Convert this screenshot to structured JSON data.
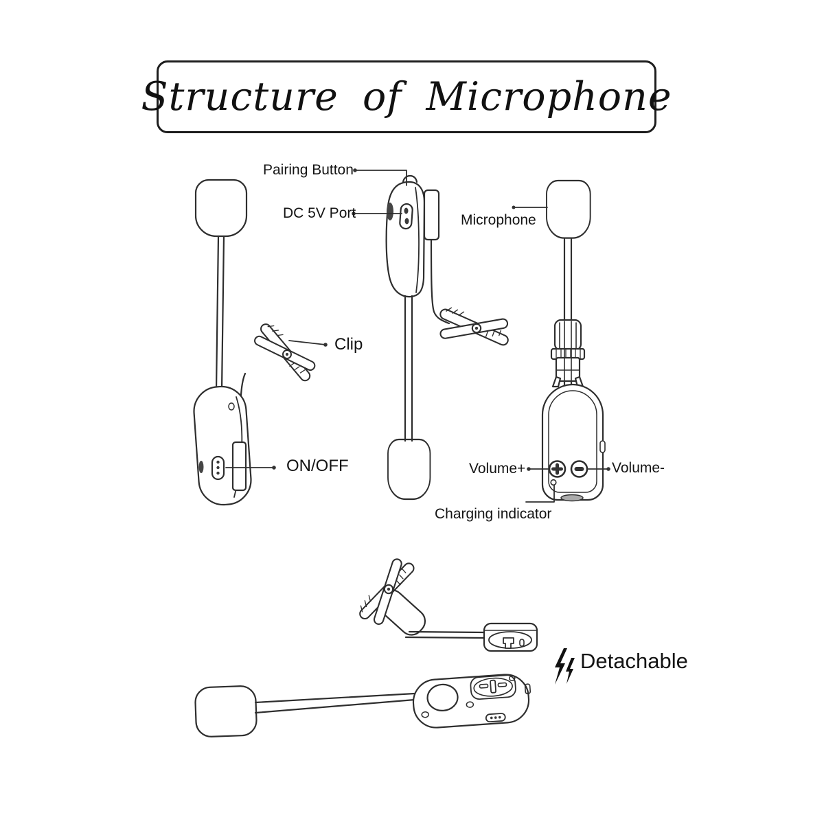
{
  "title": "Structure of Microphone",
  "labels": {
    "pairing_button": "Pairing Button",
    "dc_port": "DC 5V Port",
    "microphone": "Microphone",
    "clip": "Clip",
    "on_off": "ON/OFF",
    "volume_plus": "Volume+",
    "volume_minus": "Volume-",
    "charging_indicator": "Charging indicator",
    "detachable": "Detachable"
  },
  "icons": {
    "detachable": "double-lightning-icon"
  },
  "colors": {
    "background": "#ffffff",
    "line": "#2e2e2e",
    "text": "#141414"
  }
}
